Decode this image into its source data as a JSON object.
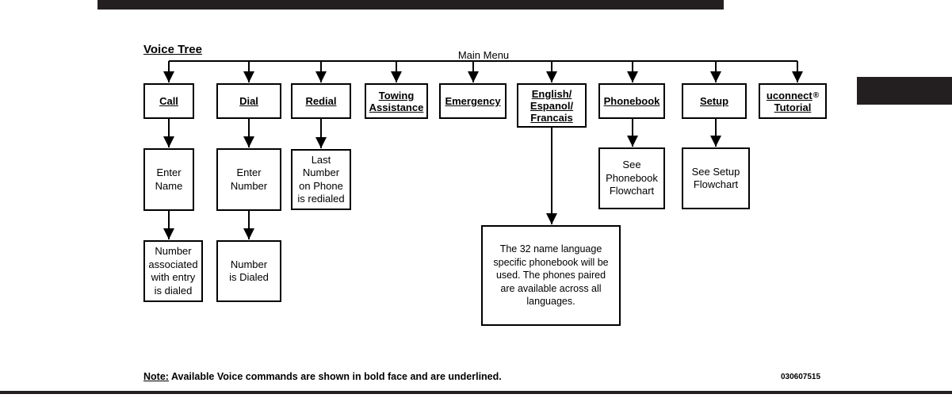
{
  "title": "Voice Tree",
  "main_menu": "Main Menu",
  "commands": [
    {
      "id": "call",
      "lines": [
        "Call"
      ]
    },
    {
      "id": "dial",
      "lines": [
        "Dial"
      ]
    },
    {
      "id": "redial",
      "lines": [
        "Redial"
      ]
    },
    {
      "id": "towing",
      "lines": [
        "Towing",
        "Assistance"
      ]
    },
    {
      "id": "emergency",
      "lines": [
        "Emergency"
      ]
    },
    {
      "id": "language",
      "lines": [
        "English/",
        "Espanol/",
        "Francais"
      ]
    },
    {
      "id": "phonebook",
      "lines": [
        "Phonebook"
      ]
    },
    {
      "id": "setup",
      "lines": [
        "Setup"
      ]
    },
    {
      "id": "tutorial",
      "lines": [
        "uconnect",
        "Tutorial"
      ],
      "superscript": "®"
    }
  ],
  "level2": {
    "call": [
      "Enter",
      "Name"
    ],
    "dial": [
      "Enter",
      "Number"
    ],
    "redial": [
      "Last",
      "Number",
      "on Phone",
      "is redialed"
    ],
    "phonebook": [
      "See",
      "Phonebook",
      "Flowchart"
    ],
    "setup": [
      "See Setup",
      "Flowchart"
    ]
  },
  "level3": {
    "call": [
      "Number",
      "associated",
      "with entry",
      "is dialed"
    ],
    "dial": [
      "Number",
      "is Dialed"
    ]
  },
  "language_note": [
    "The 32 name language",
    "specific phonebook will be",
    "used. The phones paired",
    "are available across all",
    "languages."
  ],
  "footer": {
    "note_label": "Note:",
    "note_text": " Available Voice commands are shown in bold face and are underlined.",
    "figure_code": "030607515"
  }
}
